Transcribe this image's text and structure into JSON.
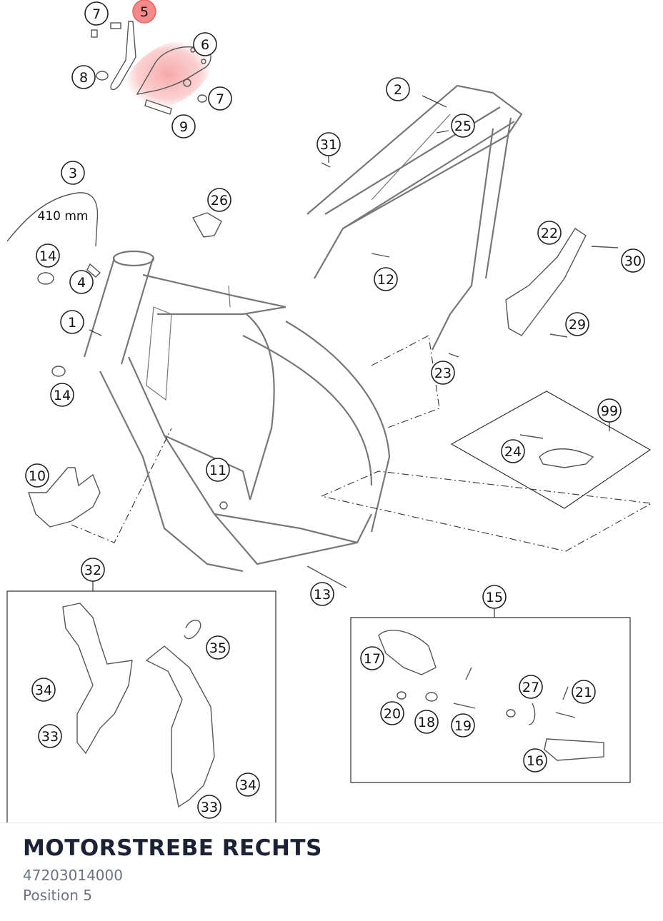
{
  "diagram": {
    "hose_length_label": "410 mm",
    "callouts": [
      {
        "id": "c7a",
        "num": "7"
      },
      {
        "id": "c5",
        "num": "5",
        "highlighted": true
      },
      {
        "id": "c6",
        "num": "6"
      },
      {
        "id": "c8",
        "num": "8"
      },
      {
        "id": "c7b",
        "num": "7"
      },
      {
        "id": "c9",
        "num": "9"
      },
      {
        "id": "c2",
        "num": "2"
      },
      {
        "id": "c25",
        "num": "25"
      },
      {
        "id": "c31",
        "num": "31"
      },
      {
        "id": "c3",
        "num": "3"
      },
      {
        "id": "c26",
        "num": "26"
      },
      {
        "id": "c14a",
        "num": "14"
      },
      {
        "id": "c4",
        "num": "4"
      },
      {
        "id": "c1",
        "num": "1"
      },
      {
        "id": "c12",
        "num": "12"
      },
      {
        "id": "c22",
        "num": "22"
      },
      {
        "id": "c30",
        "num": "30"
      },
      {
        "id": "c29",
        "num": "29"
      },
      {
        "id": "c14b",
        "num": "14"
      },
      {
        "id": "c23",
        "num": "23"
      },
      {
        "id": "c99",
        "num": "99"
      },
      {
        "id": "c24",
        "num": "24"
      },
      {
        "id": "c10",
        "num": "10"
      },
      {
        "id": "c11",
        "num": "11"
      },
      {
        "id": "c32",
        "num": "32"
      },
      {
        "id": "c13",
        "num": "13"
      },
      {
        "id": "c15",
        "num": "15"
      },
      {
        "id": "c35",
        "num": "35"
      },
      {
        "id": "c17",
        "num": "17"
      },
      {
        "id": "c34a",
        "num": "34"
      },
      {
        "id": "c27",
        "num": "27"
      },
      {
        "id": "c21",
        "num": "21"
      },
      {
        "id": "c20",
        "num": "20"
      },
      {
        "id": "c18",
        "num": "18"
      },
      {
        "id": "c19",
        "num": "19"
      },
      {
        "id": "c33a",
        "num": "33"
      },
      {
        "id": "c16",
        "num": "16"
      },
      {
        "id": "c34b",
        "num": "34"
      },
      {
        "id": "c33b",
        "num": "33"
      }
    ],
    "colors": {
      "highlight": "#f48b8b",
      "highlight_glow": "#f7a9a9",
      "line": "#555555"
    }
  },
  "info": {
    "title": "MOTORSTREBE RECHTS",
    "part_number": "47203014000",
    "position": "Position 5"
  }
}
